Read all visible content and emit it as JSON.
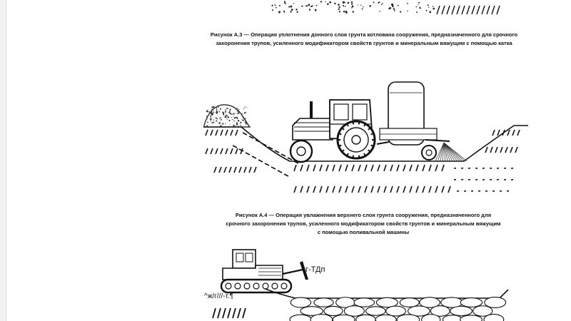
{
  "figure3": {
    "caption_line1": "Рисунок А.3 — Операция уплотнения донного слоя грунта котлована сооружения, предназначенного для срочного",
    "caption_line2": "захоронения трупов, усиленного модификатором свойств грунтов и минеральным вяжущим с помощью катка"
  },
  "figure4": {
    "caption_line1": "Рисунок А.4 — Операция увлажнения верхнего слоя грунта сооружения, предназначенного для",
    "caption_line2": "срочного захоронения трупов, усиленного модификатором свойств грунтов и минеральным вяжущим",
    "caption_line3": "с помощью поливальной машины"
  },
  "figure5": {
    "label_right": "г-ТДп",
    "label_left": "^ж/г///-т.¶"
  }
}
